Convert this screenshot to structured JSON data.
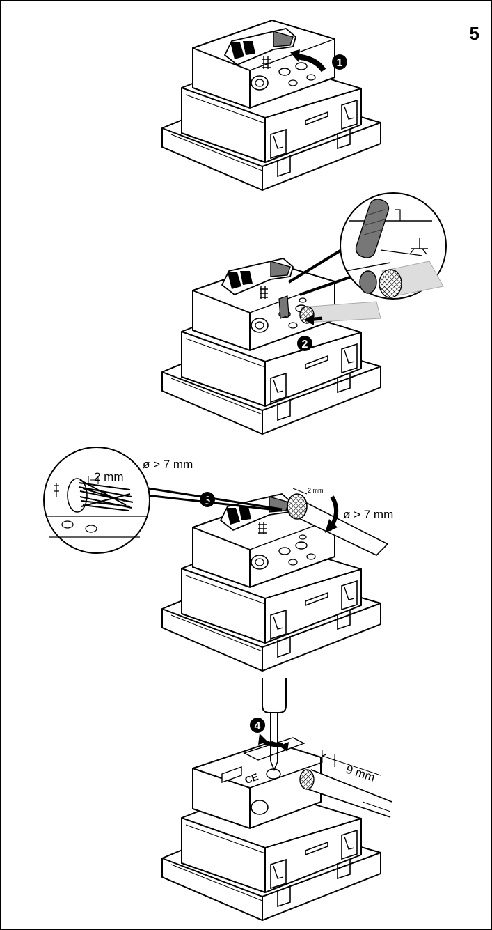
{
  "figure_number": "5",
  "steps": [
    {
      "badge": "1"
    },
    {
      "badge": "2"
    },
    {
      "badge": "3",
      "zoom_dimension": "2 mm",
      "cable_diameter": "ø > 7 mm",
      "cable_diameter_right": "ø > 7 mm",
      "small_dimension": "2 mm"
    },
    {
      "badge": "4",
      "strip_length": "9 mm",
      "marking": "CE"
    }
  ],
  "colors": {
    "line": "#000000",
    "fill": "#ffffff",
    "shield": "#777777",
    "badge": "#000000",
    "badge_text": "#ffffff"
  }
}
